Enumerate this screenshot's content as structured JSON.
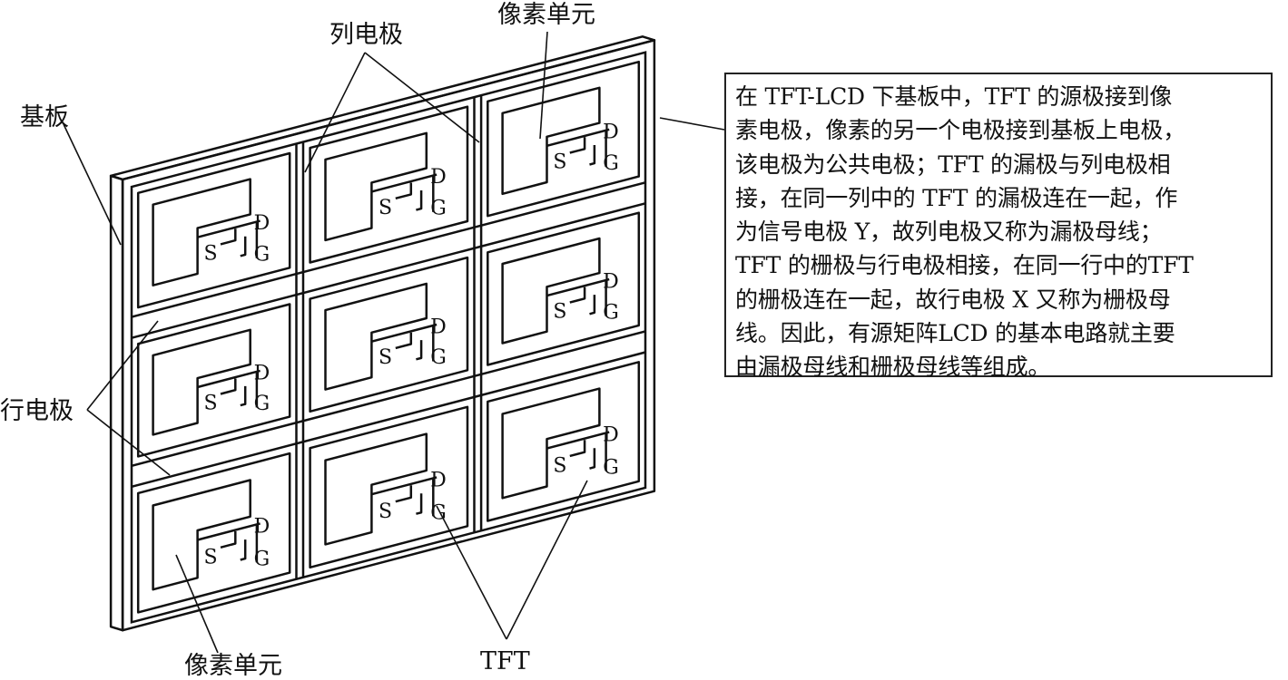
{
  "labels": {
    "substrate": "基板",
    "column_electrode": "列电极",
    "pixel_unit_top": "像素单元",
    "row_electrode": "行电极",
    "pixel_unit_bottom": "像素单元",
    "tft": "TFT"
  },
  "tft_terminals": {
    "source": "S",
    "drain": "D",
    "gate": "G"
  },
  "note_lines": [
    "在 TFT-LCD 下基板中，TFT 的源极接到像",
    "素电极，像素的另一个电极接到基板上电极，",
    "该电极为公共电极；TFT 的漏极与列电极相",
    "接，在同一列中的 TFT 的漏极连在一起，作",
    "为信号电极 Y，故列电极又称为漏极母线；",
    "TFT 的栅极与行电极相接，在同一行中的TFT",
    "的栅极连在一起，故行电极 X 又称为栅极母",
    "线。因此，有源矩阵LCD 的基本电路就主要",
    "由漏极母线和栅极母线等组成。"
  ]
}
